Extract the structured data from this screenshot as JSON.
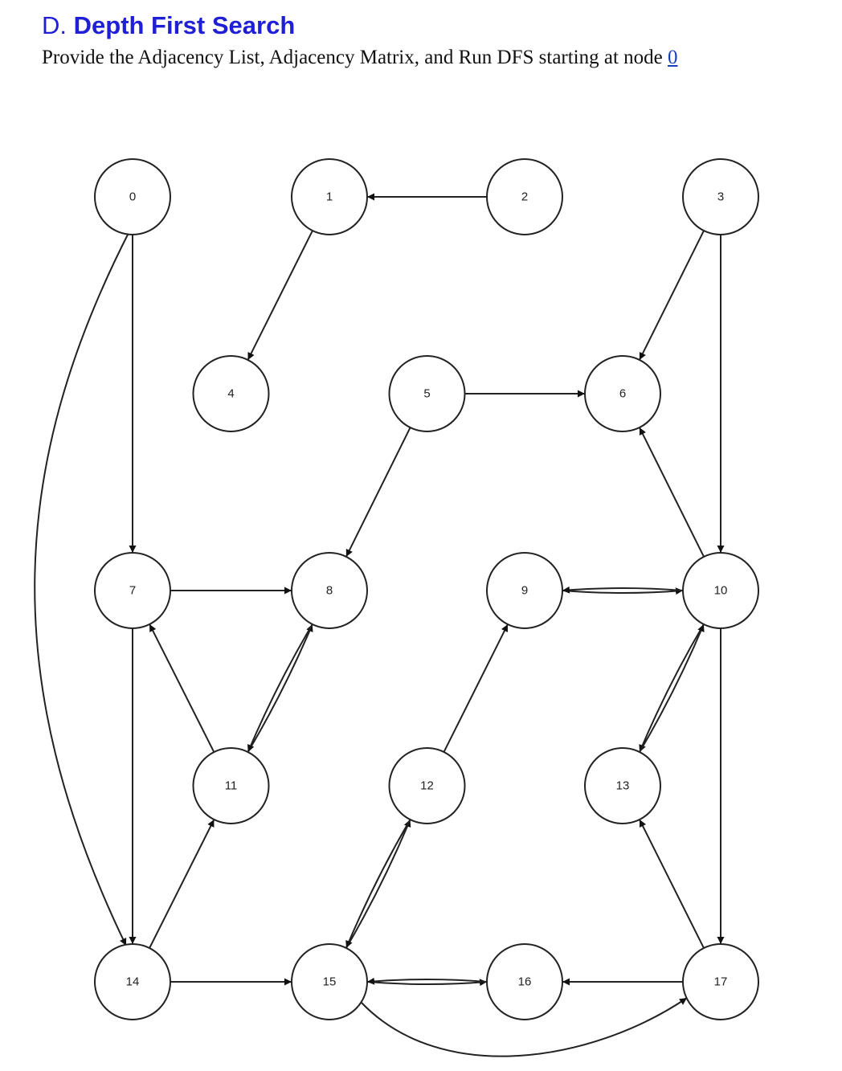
{
  "heading": {
    "letter": "D.",
    "title": "Depth First Search"
  },
  "instruction": {
    "text": "Provide the Adjacency List, Adjacency Matrix, and Run DFS starting at node ",
    "start_node": "0"
  },
  "graph": {
    "nodes": [
      {
        "id": "0",
        "label": "0"
      },
      {
        "id": "1",
        "label": "1"
      },
      {
        "id": "2",
        "label": "2"
      },
      {
        "id": "3",
        "label": "3"
      },
      {
        "id": "4",
        "label": "4"
      },
      {
        "id": "5",
        "label": "5"
      },
      {
        "id": "6",
        "label": "6"
      },
      {
        "id": "7",
        "label": "7"
      },
      {
        "id": "8",
        "label": "8"
      },
      {
        "id": "9",
        "label": "9"
      },
      {
        "id": "10",
        "label": "10"
      },
      {
        "id": "11",
        "label": "11"
      },
      {
        "id": "12",
        "label": "12"
      },
      {
        "id": "13",
        "label": "13"
      },
      {
        "id": "14",
        "label": "14"
      },
      {
        "id": "15",
        "label": "15"
      },
      {
        "id": "16",
        "label": "16"
      },
      {
        "id": "17",
        "label": "17"
      }
    ],
    "edges": [
      {
        "from": "0",
        "to": "7"
      },
      {
        "from": "0",
        "to": "14"
      },
      {
        "from": "2",
        "to": "1"
      },
      {
        "from": "1",
        "to": "4"
      },
      {
        "from": "3",
        "to": "6"
      },
      {
        "from": "3",
        "to": "10"
      },
      {
        "from": "5",
        "to": "6"
      },
      {
        "from": "5",
        "to": "8"
      },
      {
        "from": "10",
        "to": "6"
      },
      {
        "from": "7",
        "to": "8"
      },
      {
        "from": "7",
        "to": "14"
      },
      {
        "from": "11",
        "to": "7"
      },
      {
        "from": "11",
        "to": "8"
      },
      {
        "from": "8",
        "to": "11"
      },
      {
        "from": "9",
        "to": "10"
      },
      {
        "from": "10",
        "to": "9"
      },
      {
        "from": "12",
        "to": "9"
      },
      {
        "from": "10",
        "to": "13"
      },
      {
        "from": "13",
        "to": "10"
      },
      {
        "from": "10",
        "to": "17"
      },
      {
        "from": "14",
        "to": "11"
      },
      {
        "from": "14",
        "to": "15"
      },
      {
        "from": "15",
        "to": "12"
      },
      {
        "from": "12",
        "to": "15"
      },
      {
        "from": "15",
        "to": "16"
      },
      {
        "from": "16",
        "to": "15"
      },
      {
        "from": "17",
        "to": "16"
      },
      {
        "from": "17",
        "to": "13"
      },
      {
        "from": "15",
        "to": "17"
      }
    ]
  }
}
